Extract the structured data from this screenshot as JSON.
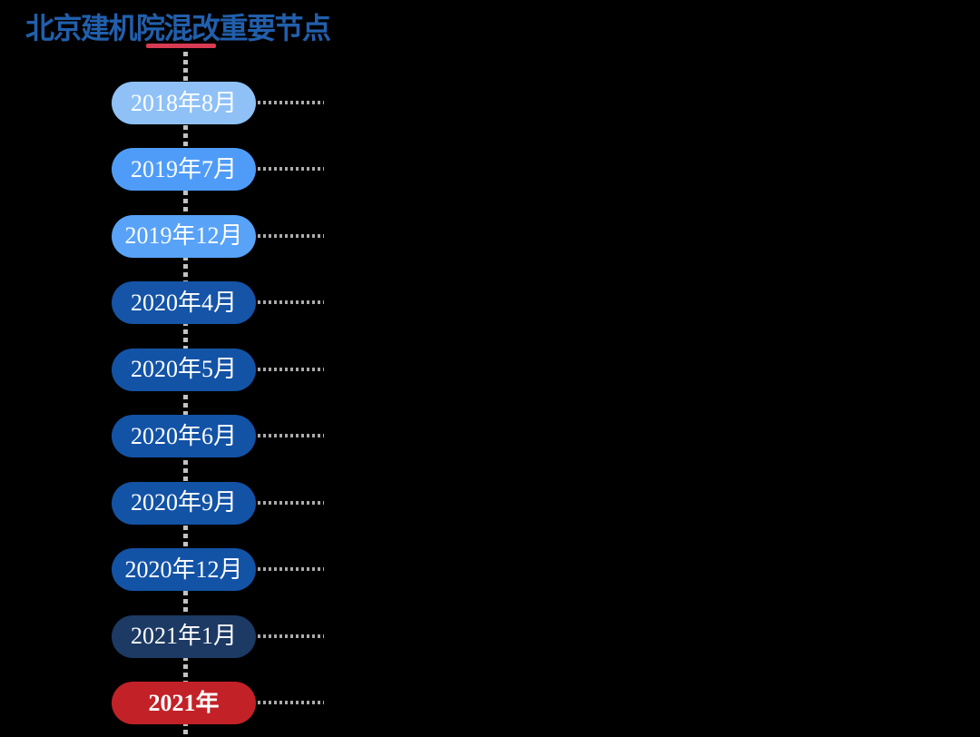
{
  "background": "#000000",
  "title": {
    "text": "北京建机院混改重要节点",
    "color": "#215FAC",
    "underline_color": "#D93B52"
  },
  "timeline": {
    "axis_color": "#C2C2C2",
    "leader_color": "#ABABAB",
    "label_text_color": "#FFFFFF",
    "items": [
      {
        "label": "2018年8月",
        "color": "#8FC1F7",
        "bold": false
      },
      {
        "label": "2019年7月",
        "color": "#4F9CF8",
        "bold": false
      },
      {
        "label": "2019年12月",
        "color": "#58A2F8",
        "bold": false
      },
      {
        "label": "2020年4月",
        "color": "#1554A6",
        "bold": false
      },
      {
        "label": "2020年5月",
        "color": "#1353A6",
        "bold": false
      },
      {
        "label": "2020年6月",
        "color": "#1353A6",
        "bold": false
      },
      {
        "label": "2020年9月",
        "color": "#1353A6",
        "bold": false
      },
      {
        "label": "2020年12月",
        "color": "#1353A6",
        "bold": false
      },
      {
        "label": "2021年1月",
        "color": "#1C3A64",
        "bold": false
      },
      {
        "label": "2021年",
        "color": "#C32128",
        "bold": true
      }
    ]
  }
}
